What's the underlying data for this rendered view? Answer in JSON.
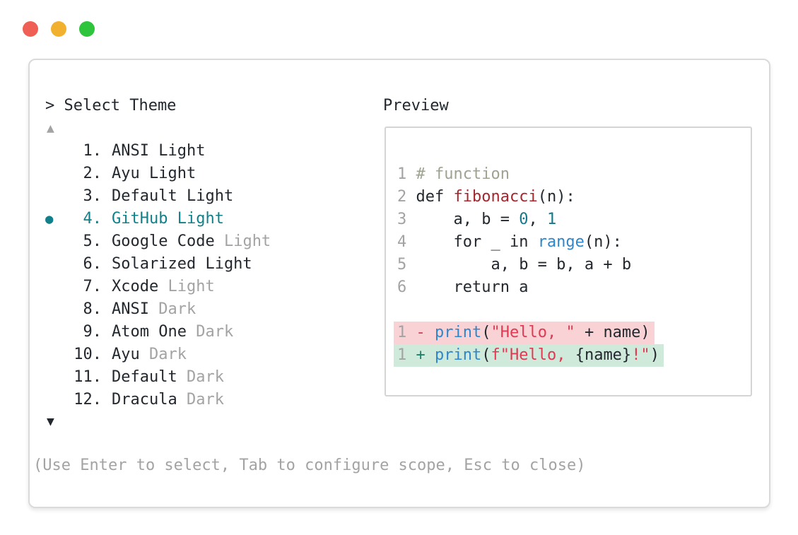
{
  "colors": {
    "dark": "#23282e",
    "muted": "#a3a3a3",
    "accent": "#12808a",
    "comment": "#9ea38f",
    "func": "#a5262e",
    "numlit": "#15798a",
    "blue": "#2f86ca",
    "str": "#e03a52",
    "minus": "#da3b4e",
    "plus": "#1c7f6c",
    "bg-del": "#f9d2d5",
    "bg-add": "#cfe9da",
    "border": "#dadada",
    "traffic_red": "#ef5f55",
    "traffic_yellow": "#f2b02f",
    "traffic_green": "#2ec53c"
  },
  "window": {
    "controls": [
      {
        "name": "close",
        "color": "#ef5f55"
      },
      {
        "name": "minimize",
        "color": "#f2b02f"
      },
      {
        "name": "zoom",
        "color": "#2ec53c"
      }
    ]
  },
  "prompt": {
    "text": "> Select Theme"
  },
  "list": {
    "up_arrow": "▲",
    "down_arrow": "▼",
    "selected_marker": "●",
    "items": [
      {
        "number": "1.",
        "name": "ANSI Light",
        "muted": "",
        "selected": false
      },
      {
        "number": "2.",
        "name": "Ayu Light",
        "muted": "",
        "selected": false
      },
      {
        "number": "3.",
        "name": "Default Light",
        "muted": "",
        "selected": false
      },
      {
        "number": "4.",
        "name": "GitHub Light",
        "muted": "",
        "selected": true
      },
      {
        "number": "5.",
        "name": "Google Code ",
        "muted": "Light",
        "selected": false
      },
      {
        "number": "6.",
        "name": "Solarized Light",
        "muted": "",
        "selected": false
      },
      {
        "number": "7.",
        "name": "Xcode ",
        "muted": "Light",
        "selected": false
      },
      {
        "number": "8.",
        "name": "ANSI ",
        "muted": "Dark",
        "selected": false
      },
      {
        "number": "9.",
        "name": "Atom One ",
        "muted": "Dark",
        "selected": false
      },
      {
        "number": "10.",
        "name": "Ayu ",
        "muted": "Dark",
        "selected": false
      },
      {
        "number": "11.",
        "name": "Default ",
        "muted": "Dark",
        "selected": false
      },
      {
        "number": "12.",
        "name": "Dracula ",
        "muted": "Dark",
        "selected": false
      }
    ]
  },
  "preview": {
    "label": "Preview",
    "lines": [
      {
        "tokens": [
          {
            "t": "1",
            "c": "ln"
          },
          {
            "t": " ",
            "c": "plain"
          },
          {
            "t": "# function",
            "c": "comment"
          }
        ]
      },
      {
        "tokens": [
          {
            "t": "2",
            "c": "ln"
          },
          {
            "t": " ",
            "c": "plain"
          },
          {
            "t": "def ",
            "c": "plain"
          },
          {
            "t": "fibonacci",
            "c": "func"
          },
          {
            "t": "(n):",
            "c": "plain"
          }
        ]
      },
      {
        "tokens": [
          {
            "t": "3",
            "c": "ln"
          },
          {
            "t": " ",
            "c": "plain"
          },
          {
            "t": "    a, b = ",
            "c": "plain"
          },
          {
            "t": "0",
            "c": "num"
          },
          {
            "t": ", ",
            "c": "plain"
          },
          {
            "t": "1",
            "c": "num"
          }
        ]
      },
      {
        "tokens": [
          {
            "t": "4",
            "c": "ln"
          },
          {
            "t": " ",
            "c": "plain"
          },
          {
            "t": "    for _ in ",
            "c": "plain"
          },
          {
            "t": "range",
            "c": "blue"
          },
          {
            "t": "(n):",
            "c": "plain"
          }
        ]
      },
      {
        "tokens": [
          {
            "t": "5",
            "c": "ln"
          },
          {
            "t": " ",
            "c": "plain"
          },
          {
            "t": "        a, b = b, a + b",
            "c": "plain"
          }
        ]
      },
      {
        "tokens": [
          {
            "t": "6",
            "c": "ln"
          },
          {
            "t": " ",
            "c": "plain"
          },
          {
            "t": "    return a",
            "c": "plain"
          }
        ]
      },
      {
        "blank": true
      },
      {
        "diff": "del",
        "tokens": [
          {
            "t": "1",
            "c": "ln"
          },
          {
            "t": " ",
            "c": "plain"
          },
          {
            "t": "-",
            "c": "minus"
          },
          {
            "t": " ",
            "c": "plain"
          },
          {
            "t": "print",
            "c": "blue"
          },
          {
            "t": "(",
            "c": "plain"
          },
          {
            "t": "\"Hello, \"",
            "c": "str"
          },
          {
            "t": " + name)",
            "c": "plain"
          }
        ]
      },
      {
        "diff": "add",
        "tokens": [
          {
            "t": "1",
            "c": "ln"
          },
          {
            "t": " ",
            "c": "plain"
          },
          {
            "t": "+",
            "c": "plus"
          },
          {
            "t": " ",
            "c": "plain"
          },
          {
            "t": "print",
            "c": "blue"
          },
          {
            "t": "(",
            "c": "plain"
          },
          {
            "t": "f\"Hello, ",
            "c": "str"
          },
          {
            "t": "{name}",
            "c": "plain"
          },
          {
            "t": "!\"",
            "c": "str"
          },
          {
            "t": ")",
            "c": "plain"
          }
        ]
      }
    ]
  },
  "footer": {
    "text": "(Use Enter to select, Tab to configure scope, Esc to close)"
  }
}
